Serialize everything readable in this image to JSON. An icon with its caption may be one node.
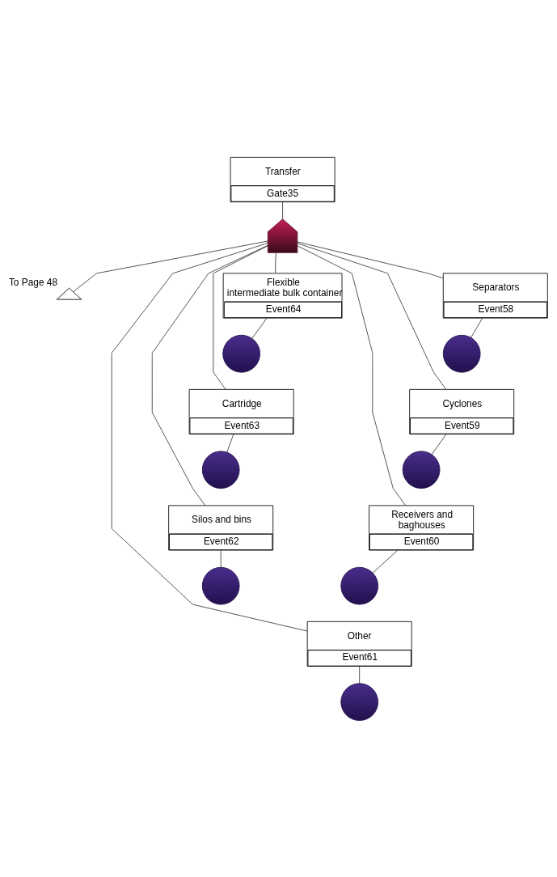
{
  "diagram": {
    "nodes": [
      {
        "text": [
          "Transfer",
          "Gate35"
        ]
      },
      {
        "text": [],
        "shape": "gate"
      },
      {
        "text": [],
        "shape": "triangle",
        "beside": [
          "To Page 48"
        ]
      },
      {
        "text": [
          "Separators",
          "Event58"
        ]
      },
      {
        "text": [],
        "shape": "circle"
      },
      {
        "text": [
          "Flexible intermediate bulk container",
          "Event64"
        ]
      },
      {
        "text": [],
        "shape": "circle"
      },
      {
        "text": [
          "Cyclones",
          "Event59"
        ]
      },
      {
        "text": [],
        "shape": "circle"
      },
      {
        "text": [
          "Cartridge",
          "Event63"
        ]
      },
      {
        "text": [],
        "shape": "circle"
      },
      {
        "text": [
          "Receivers and baghouses",
          "Event60"
        ]
      },
      {
        "text": [],
        "shape": "circle"
      },
      {
        "text": [
          "Silos and bins",
          "Event62"
        ]
      },
      {
        "text": [],
        "shape": "circle"
      },
      {
        "text": [
          "Other",
          "Event61"
        ]
      },
      {
        "text": [],
        "shape": "circle"
      }
    ],
    "edges": [
      {
        "from": 0,
        "to": 1,
        "arrow": "none"
      },
      {
        "from": 1,
        "to": 2,
        "arrow": "none"
      },
      {
        "from": 1,
        "to": 3,
        "arrow": "none"
      },
      {
        "from": 1,
        "to": 5,
        "arrow": "none"
      },
      {
        "from": 1,
        "to": 7,
        "arrow": "none"
      },
      {
        "from": 1,
        "to": 9,
        "arrow": "none"
      },
      {
        "from": 1,
        "to": 11,
        "arrow": "none"
      },
      {
        "from": 1,
        "to": 13,
        "arrow": "none"
      },
      {
        "from": 1,
        "to": 15,
        "arrow": "none"
      },
      {
        "from": 3,
        "to": 4,
        "arrow": "none"
      },
      {
        "from": 5,
        "to": 6,
        "arrow": "none"
      },
      {
        "from": 7,
        "to": 8,
        "arrow": "none"
      },
      {
        "from": 9,
        "to": 10,
        "arrow": "none"
      },
      {
        "from": 11,
        "to": 12,
        "arrow": "none"
      },
      {
        "from": 13,
        "to": 14,
        "arrow": "none"
      },
      {
        "from": 15,
        "to": 16,
        "arrow": "none"
      }
    ]
  }
}
